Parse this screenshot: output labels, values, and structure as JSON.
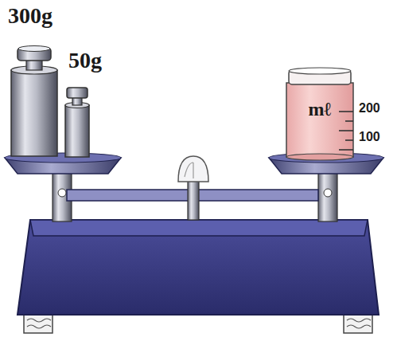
{
  "diagram": {
    "labels": [
      "300g",
      "50g",
      "mℓ",
      "200",
      "100"
    ]
  }
}
